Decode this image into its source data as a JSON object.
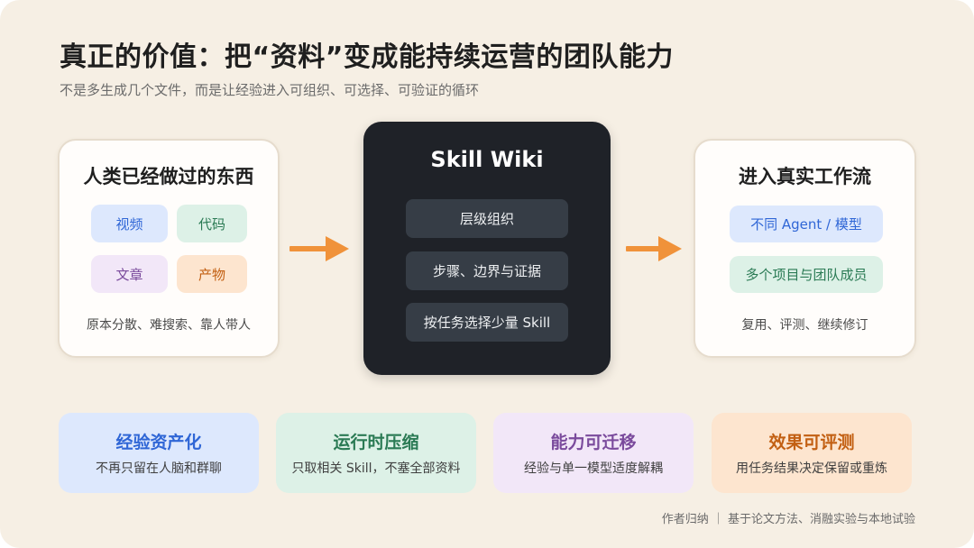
{
  "header": {
    "title": "真正的价值：把“资料”变成能持续运营的团队能力",
    "subtitle": "不是多生成几个文件，而是让经验进入可组织、可选择、可验证的循环"
  },
  "left_card": {
    "title": "人类已经做过的东西",
    "chips": [
      "视频",
      "代码",
      "文章",
      "产物"
    ],
    "note": "原本分散、难搜索、靠人带人"
  },
  "center_card": {
    "title": "Skill Wiki",
    "items": [
      "层级组织",
      "步骤、边界与证据",
      "按任务选择少量 Skill"
    ]
  },
  "right_card": {
    "title": "进入真实工作流",
    "chips": [
      "不同 Agent / 模型",
      "多个项目与团队成员"
    ],
    "note": "复用、评测、继续修订"
  },
  "features": [
    {
      "title": "经验资产化",
      "text": "不再只留在人脑和群聊"
    },
    {
      "title": "运行时压缩",
      "text": "只取相关 Skill，不塞全部资料"
    },
    {
      "title": "能力可迁移",
      "text": "经验与单一模型适度解耦"
    },
    {
      "title": "效果可评测",
      "text": "用任务结果决定保留或重炼"
    }
  ],
  "footer": {
    "credit": "作者归纳 ｜ 基于论文方法、消融实验与本地试验"
  },
  "colors": {
    "background": "#f6efe4",
    "arrow": "#f0923a",
    "dark_panel": "#1f2228",
    "chip_blue": "#dde8fd",
    "chip_green": "#ddf1e7",
    "chip_purple": "#f2e7f8",
    "chip_orange": "#fde5cf",
    "title_blue": "#2f66d6",
    "title_green": "#2a7a54",
    "title_purple": "#7a4a9c",
    "title_orange": "#c25f12"
  }
}
